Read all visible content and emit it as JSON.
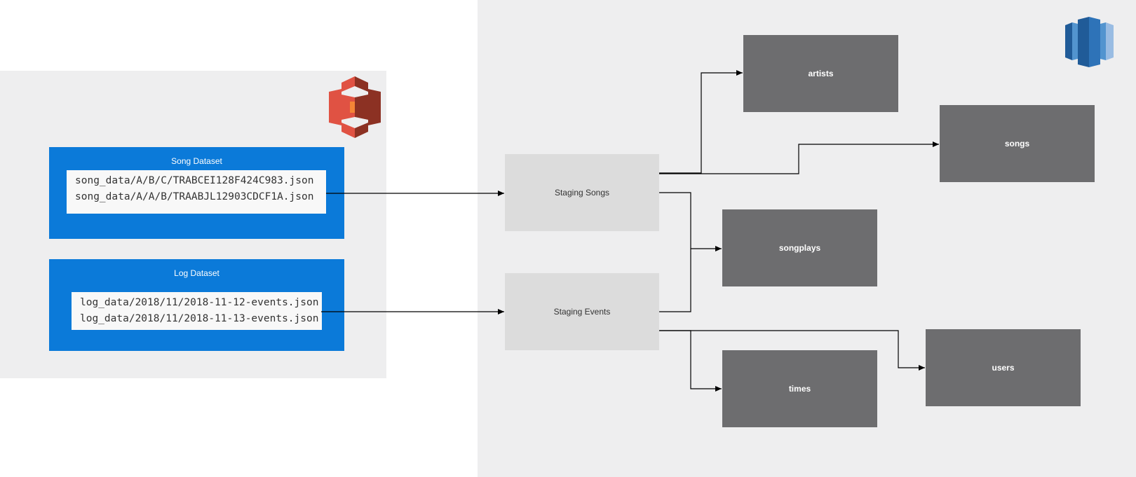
{
  "s3": {
    "icon": "s3-bucket-icon",
    "icon_color": "#e05243",
    "song_dataset": {
      "title": "Song Dataset",
      "files": [
        "song_data/A/B/C/TRABCEI128F424C983.json",
        "song_data/A/A/B/TRAABJL12903CDCF1A.json"
      ]
    },
    "log_dataset": {
      "title": "Log Dataset",
      "files": [
        "log_data/2018/11/2018-11-12-events.json",
        "log_data/2018/11/2018-11-13-events.json"
      ]
    }
  },
  "redshift": {
    "icon": "redshift-icon",
    "icon_color": "#2e73b8",
    "staging": {
      "songs": "Staging Songs",
      "events": "Staging Events"
    },
    "tables": {
      "artists": "artists",
      "songs": "songs",
      "songplays": "songplays",
      "times": "times",
      "users": "users"
    }
  },
  "colors": {
    "panel": "#eeeeef",
    "dataset": "#0b7ad9",
    "staging": "#dcdcdc",
    "table": "#6d6d6f"
  }
}
